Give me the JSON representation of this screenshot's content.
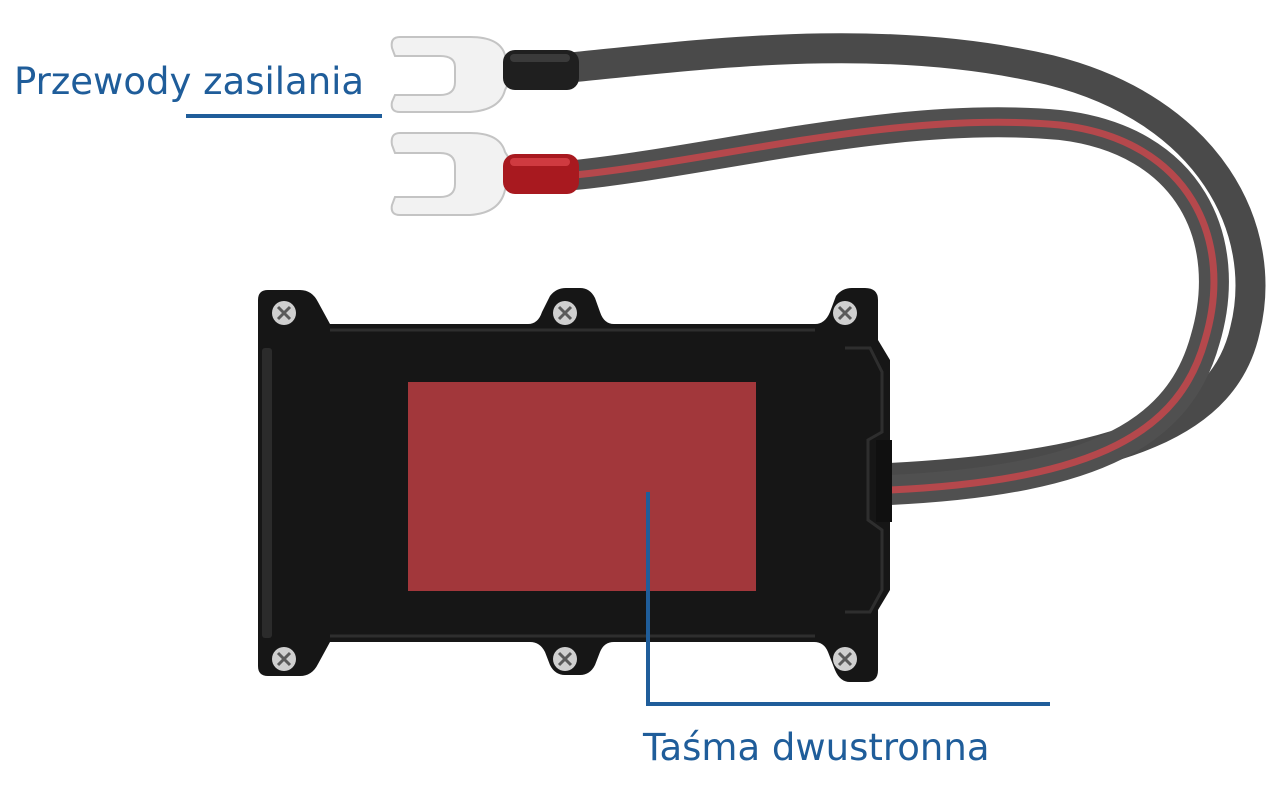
{
  "labels": {
    "power_wires": "Przewody zasilania",
    "double_sided_tape": "Taśma dwustronna"
  },
  "colors": {
    "label_text": "#1f5d9a",
    "leader_line": "#1f5d9a",
    "device_body": "#161616",
    "tape": "#a2373b",
    "wire_black": "#4a4a4a",
    "wire_red": "#b5484c",
    "terminal_metal": "#f2f2f2"
  },
  "icons": {
    "screw": "screw-icon",
    "terminal": "ring-fork-terminal"
  }
}
